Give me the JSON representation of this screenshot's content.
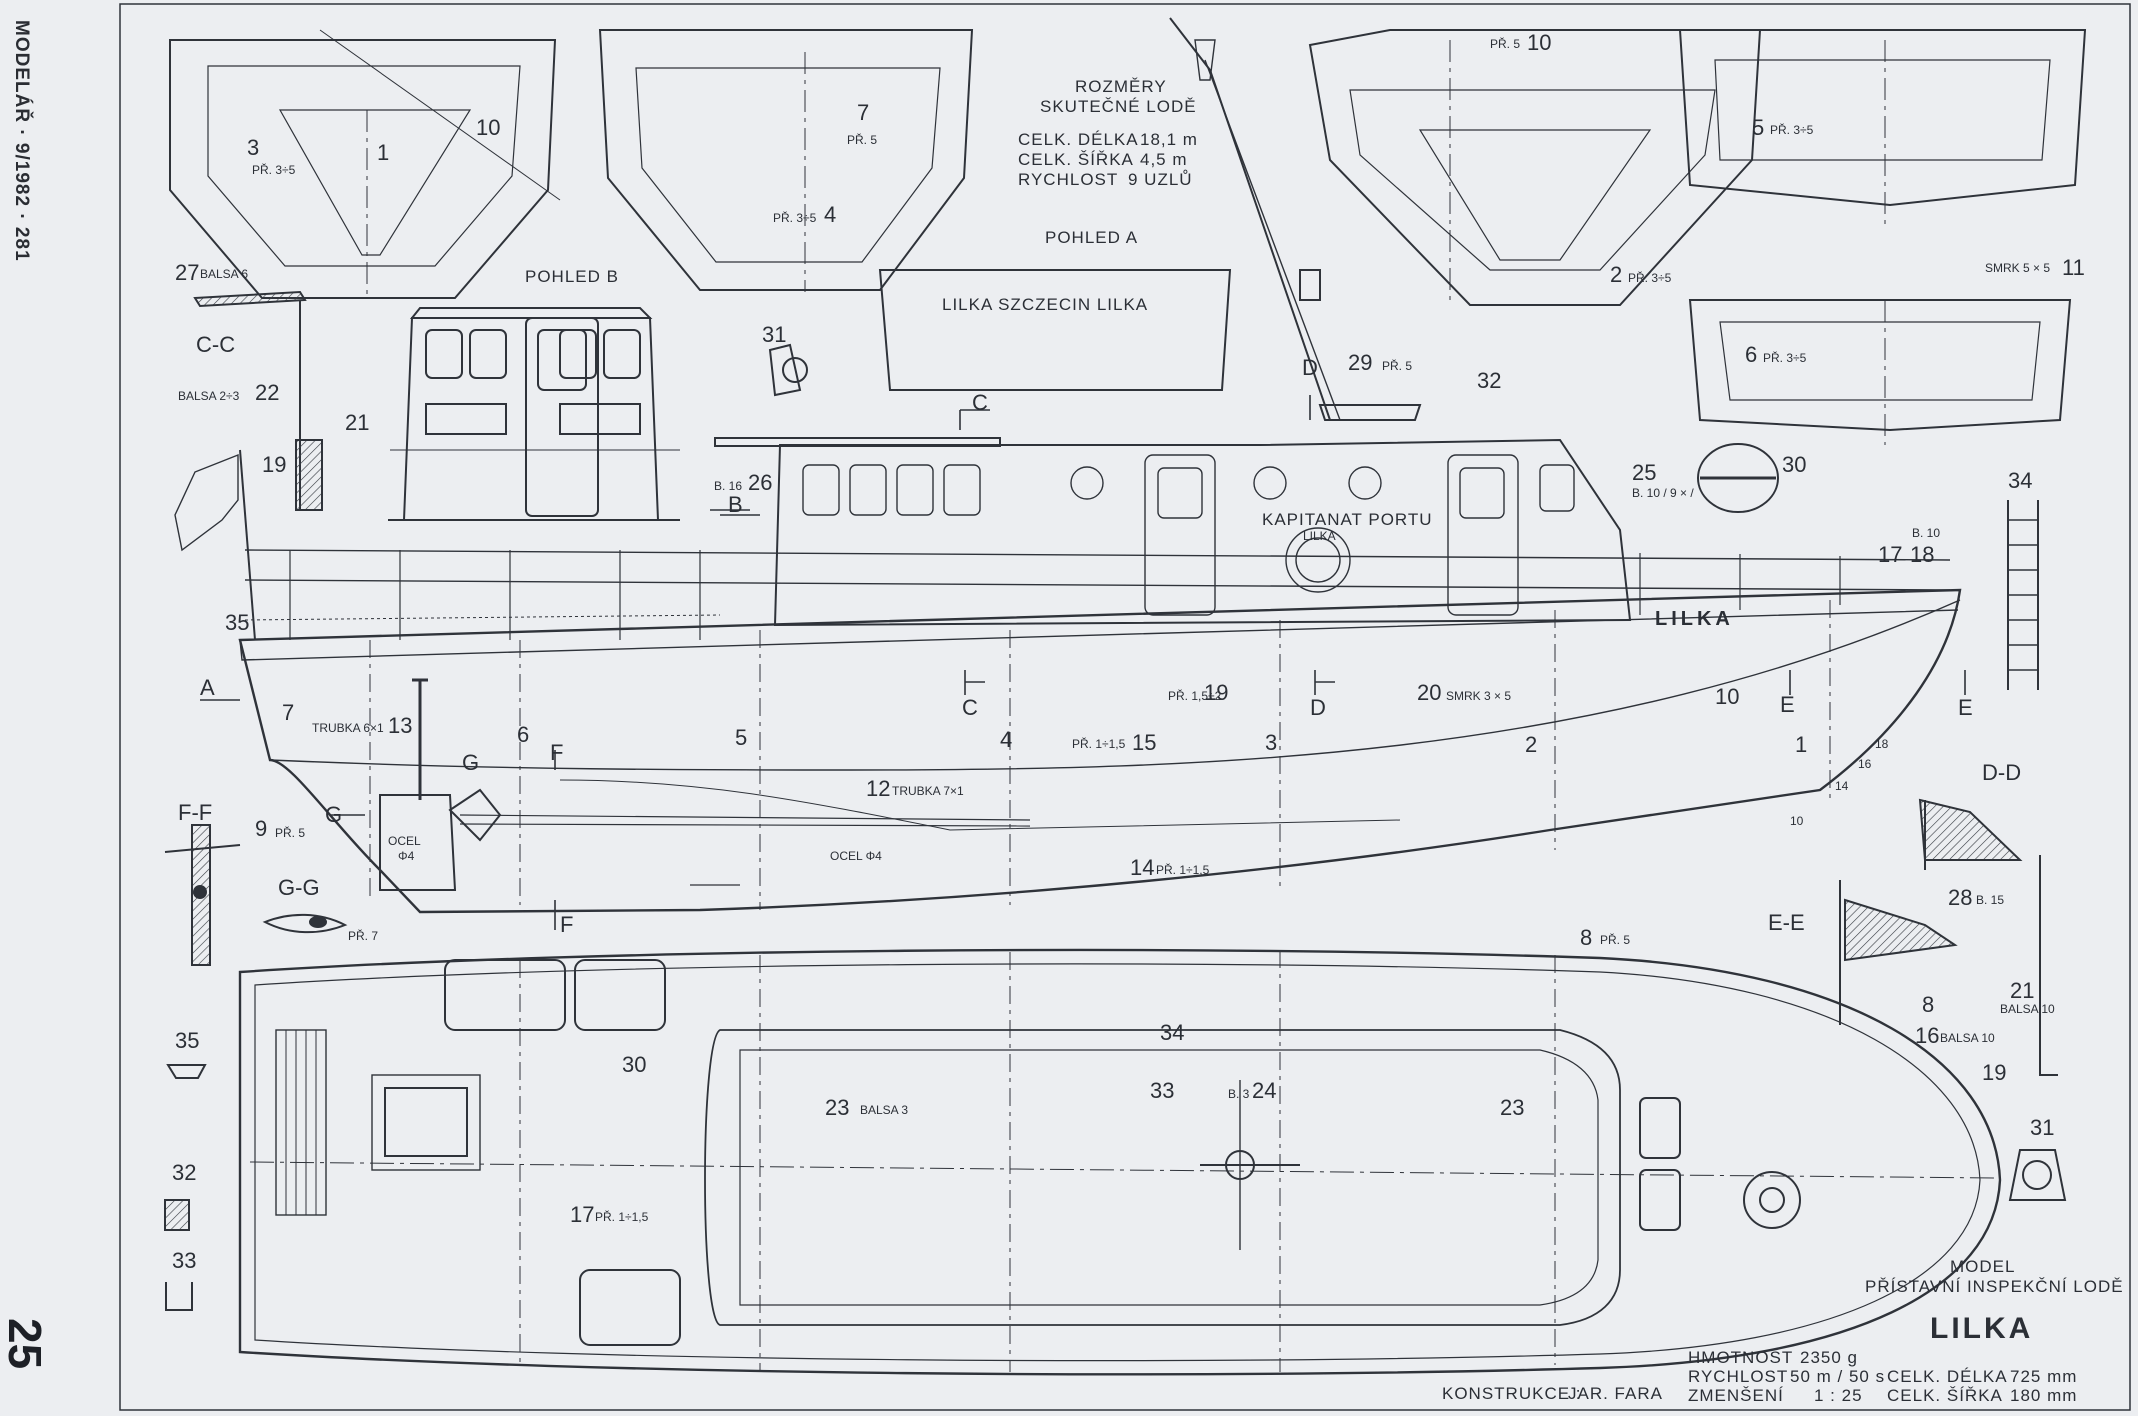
{
  "header": {
    "journal": "MODELÁŘ · 9/1982 · 281",
    "page_number": "25"
  },
  "views": {
    "view_b": "POHLED B",
    "view_a": "POHLED A",
    "name_board": "LILKA  SZCZECIN  LILKA"
  },
  "dimensions_real": {
    "title_line1": "ROZMĚRY",
    "title_line2": "SKUTEČNÉ LODĚ",
    "rows": [
      {
        "label": "CELK. DÉLKA",
        "value": "18,1 m"
      },
      {
        "label": "CELK. ŠÍŘKA",
        "value": "4,5 m"
      },
      {
        "label": "RYCHLOST",
        "value": "9 UZLŮ"
      }
    ]
  },
  "hull": {
    "cabin_text": "KAPITANAT PORTU",
    "hull_name": "LILKA",
    "lifebuoy_text": "LILKA"
  },
  "sections": {
    "cc": "C-C",
    "ff": "F-F",
    "gg": "G-G",
    "dd": "D-D",
    "ee": "E-E"
  },
  "markers": {
    "a": "A",
    "b": "B",
    "c": "C",
    "d": "D",
    "e": "E",
    "f": "F",
    "g": "G"
  },
  "parts": {
    "p1": "1",
    "p2": "2",
    "p3": "3",
    "p4": "4",
    "p5": "5",
    "p6": "6",
    "p7": "7",
    "p8": "8",
    "p9": "9",
    "p10": "10",
    "p11": "11",
    "p12": "12",
    "p13": "13",
    "p14": "14",
    "p15": "15",
    "p16": "16",
    "p17": "17",
    "p18": "18",
    "p19": "19",
    "p20": "20",
    "p21": "21",
    "p22": "22",
    "p23": "23",
    "p24": "24",
    "p25": "25",
    "p26": "26",
    "p27": "27",
    "p28": "28",
    "p29": "29",
    "p30": "30",
    "p31": "31",
    "p32": "32",
    "p33": "33",
    "p34": "34",
    "p35": "35"
  },
  "materials": {
    "pr35": "PŘ. 3÷5",
    "pr5": "PŘ. 5",
    "balsa6": "BALSA 6",
    "balsa23": "BALSA 2÷3",
    "balsa3": "BALSA 3",
    "balsa10": "BALSA 10",
    "b10": "B. 10",
    "b10_9": "B. 10 / 9 × /",
    "b15": "B. 15",
    "b16": "B. 16",
    "b3": "B. 3",
    "smrk55": "SMRK 5 × 5",
    "smrk35": "SMRK 3 × 5",
    "pr152": "PŘ. 1,5÷2",
    "pr115": "PŘ. 1÷1,5",
    "trubka61": "TRUBKA 6×1",
    "trubka71": "TRUBKA 7×1",
    "ocel4": "OCEL Φ4",
    "ocel": "OCEL",
    "phi4": "Φ4",
    "pr7": "PŘ. 7"
  },
  "model_info": {
    "model_line1": "MODEL",
    "model_line2": "PŘÍSTAVNÍ  INSPEKČNÍ  LODĚ",
    "name": "LILKA",
    "specs": [
      {
        "label": "HMOTNOST",
        "value": "2350 g"
      },
      {
        "label": "RYCHLOST",
        "value": "50 m / 50 s"
      },
      {
        "label": "ZMENŠENÍ",
        "value": "1 : 25"
      }
    ],
    "specs2": [
      {
        "label": "CELK. DÉLKA",
        "value": "725 mm"
      },
      {
        "label": "CELK. ŠÍŘKA",
        "value": "180 mm"
      }
    ],
    "design_label": "KONSTRUKCE :",
    "designer": "JAR. FARA"
  },
  "colors": {
    "paper": "#eceef1",
    "ink": "#2b2f36"
  }
}
